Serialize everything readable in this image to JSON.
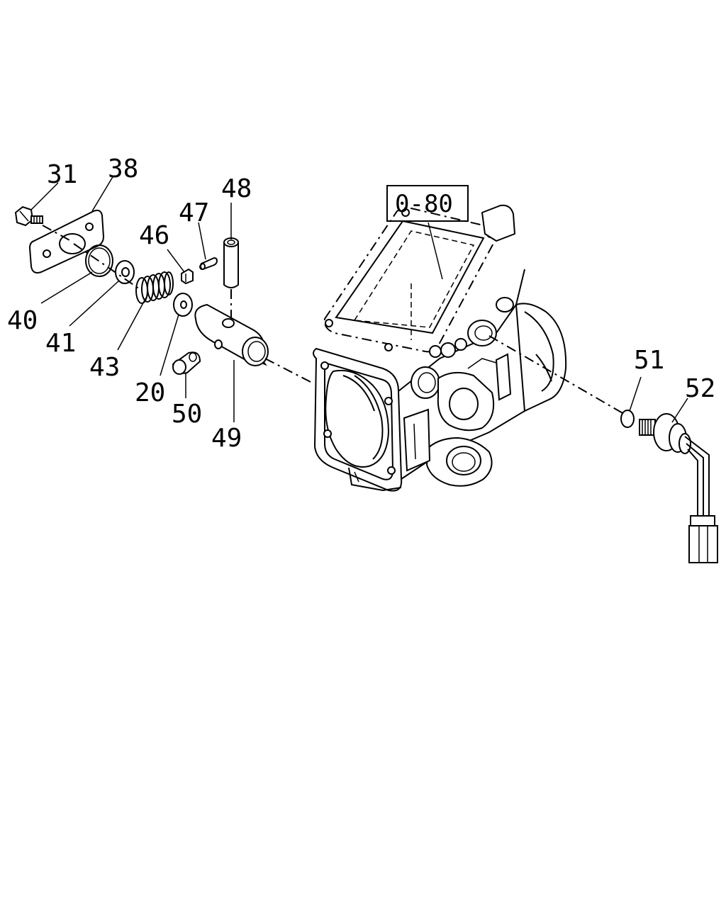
{
  "diagram": {
    "reference_box": "0-80",
    "parts": [
      {
        "id": "31",
        "label": "31"
      },
      {
        "id": "38",
        "label": "38"
      },
      {
        "id": "48",
        "label": "48"
      },
      {
        "id": "47",
        "label": "47"
      },
      {
        "id": "46",
        "label": "46"
      },
      {
        "id": "40",
        "label": "40"
      },
      {
        "id": "41",
        "label": "41"
      },
      {
        "id": "43",
        "label": "43"
      },
      {
        "id": "20",
        "label": "20"
      },
      {
        "id": "50",
        "label": "50"
      },
      {
        "id": "49",
        "label": "49"
      },
      {
        "id": "51",
        "label": "51"
      },
      {
        "id": "52",
        "label": "52"
      }
    ]
  }
}
